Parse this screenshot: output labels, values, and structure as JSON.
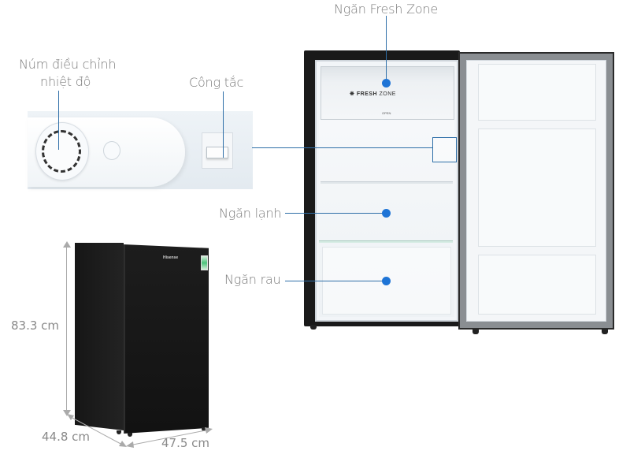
{
  "product": {
    "brand": "Hisense",
    "color_body": "#141414",
    "accent_line": "#2f6fa8",
    "accent_dot": "#1e74d6"
  },
  "callouts": {
    "fresh_zone": "Ngăn Fresh Zone",
    "thermostat_line1": "Núm điều chỉnh",
    "thermostat_line2": "nhiệt độ",
    "switch": "Công tắc",
    "cold_compartment": "Ngăn lạnh",
    "crisper": "Ngăn rau"
  },
  "fresh_zone_panel": {
    "label_bold": "FRESH",
    "label_regular": "ZONE",
    "open_text": "OPEN"
  },
  "dimensions": {
    "height": "83.3 cm",
    "depth": "44.8 cm",
    "width": "47.5 cm"
  }
}
